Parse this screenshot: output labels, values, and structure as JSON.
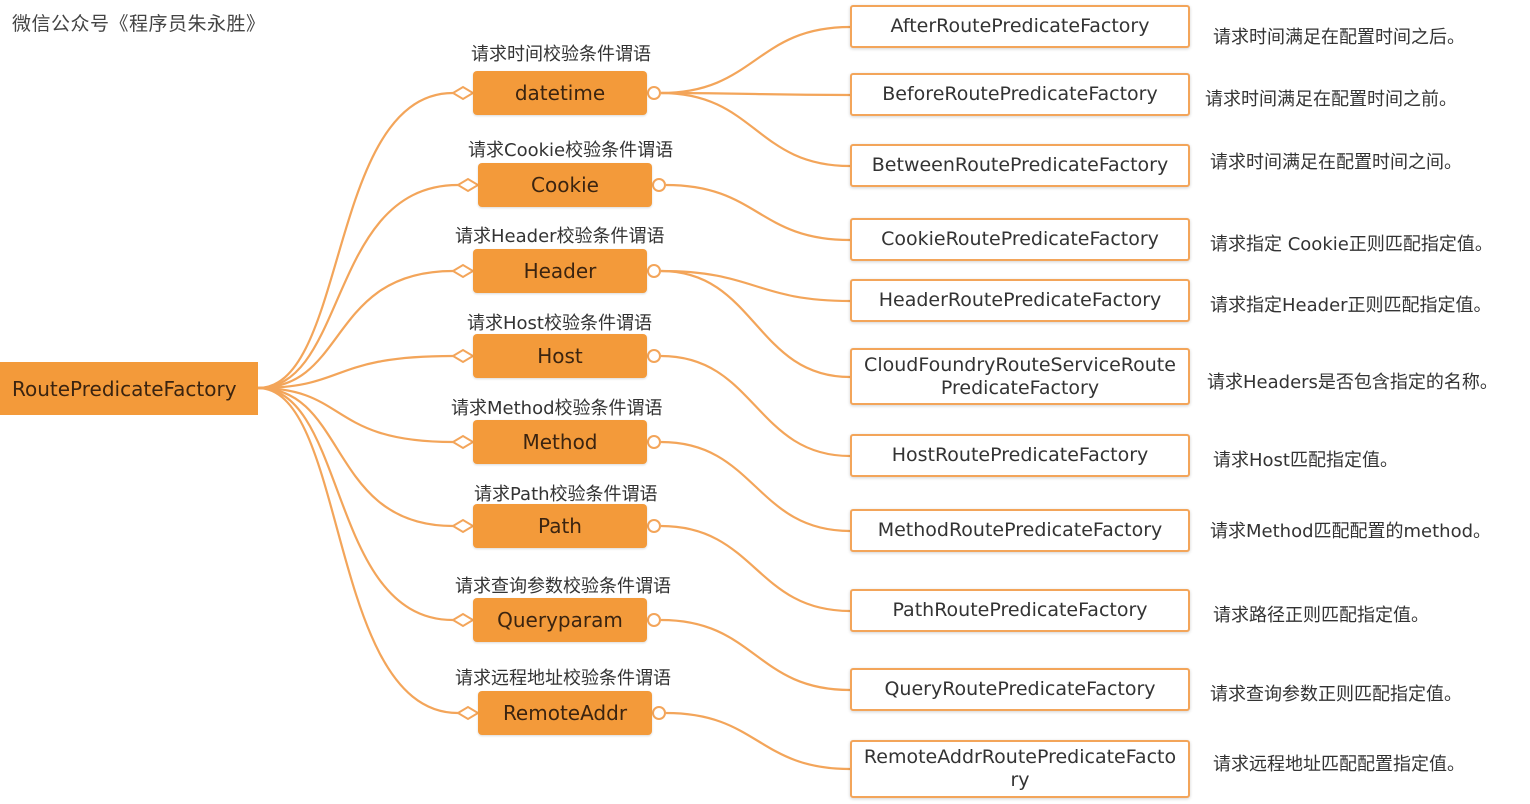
{
  "watermark": "微信公众号《程序员朱永胜》",
  "root": {
    "label": "RoutePredicateFactory"
  },
  "branches": [
    {
      "label": "datetime",
      "caption": "请求时间校验条件谓语"
    },
    {
      "label": "Cookie",
      "caption": "请求Cookie校验条件谓语"
    },
    {
      "label": "Header",
      "caption": "请求Header校验条件谓语"
    },
    {
      "label": "Host",
      "caption": "请求Host校验条件谓语"
    },
    {
      "label": "Method",
      "caption": "请求Method校验条件谓语"
    },
    {
      "label": "Path",
      "caption": "请求Path校验条件谓语"
    },
    {
      "label": "Queryparam",
      "caption": "请求查询参数校验条件谓语"
    },
    {
      "label": "RemoteAddr",
      "caption": "请求远程地址校验条件谓语"
    }
  ],
  "factories": [
    {
      "name": "AfterRoutePredicateFactory",
      "description": "请求时间满足在配置时间之后。"
    },
    {
      "name": "BeforeRoutePredicateFactory",
      "description": "请求时间满足在配置时间之前。"
    },
    {
      "name": "BetweenRoutePredicateFactory",
      "description": "请求时间满足在配置时间之间。"
    },
    {
      "name": "CookieRoutePredicateFactory",
      "description": "请求指定 Cookie正则匹配指定值。"
    },
    {
      "name": "HeaderRoutePredicateFactory",
      "description": "请求指定Header正则匹配指定值。"
    },
    {
      "name": "CloudFoundryRouteServiceRoutePredicateFactory",
      "description": "请求Headers是否包含指定的名称。"
    },
    {
      "name": "HostRoutePredicateFactory",
      "description": "请求Host匹配指定值。"
    },
    {
      "name": "MethodRoutePredicateFactory",
      "description": "请求Method匹配配置的method。"
    },
    {
      "name": "PathRoutePredicateFactory",
      "description": "请求路径正则匹配指定值。"
    },
    {
      "name": "QueryRoutePredicateFactory",
      "description": "请求查询参数正则匹配指定值。"
    },
    {
      "name": "RemoteAddrRoutePredicateFactory",
      "description": "请求远程地址匹配配置指定值。"
    }
  ],
  "colors": {
    "accent": "#f39a3a",
    "connector": "#f3a55a",
    "factory_border": "#f3a55a"
  }
}
